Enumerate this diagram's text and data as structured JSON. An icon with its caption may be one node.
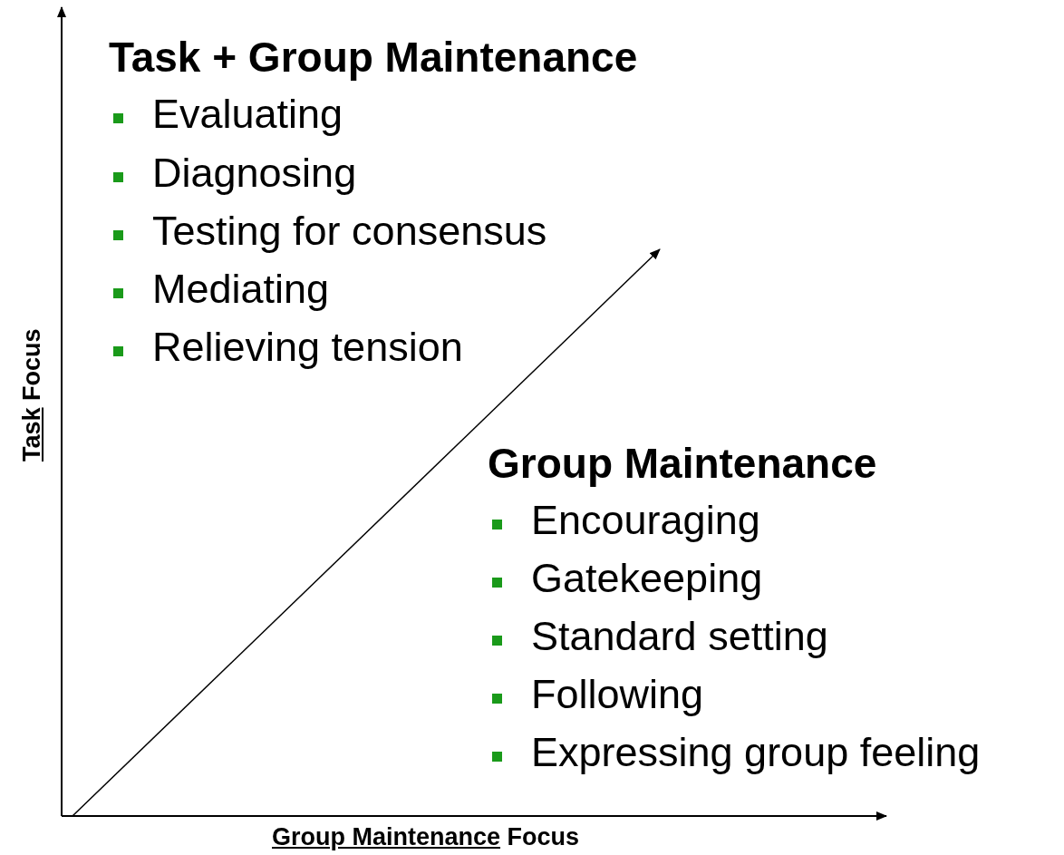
{
  "diagram": {
    "labels": [
      "Task + Group Maintenance",
      "Evaluating",
      "Diagnosing",
      "Testing for consensus",
      "Mediating",
      "Relieving tension",
      "Group Maintenance",
      "Encouraging",
      "Gatekeeping",
      "Standard setting",
      "Following",
      "Expressing group feeling",
      "Task Focus",
      "Group Maintenance Focus"
    ]
  }
}
